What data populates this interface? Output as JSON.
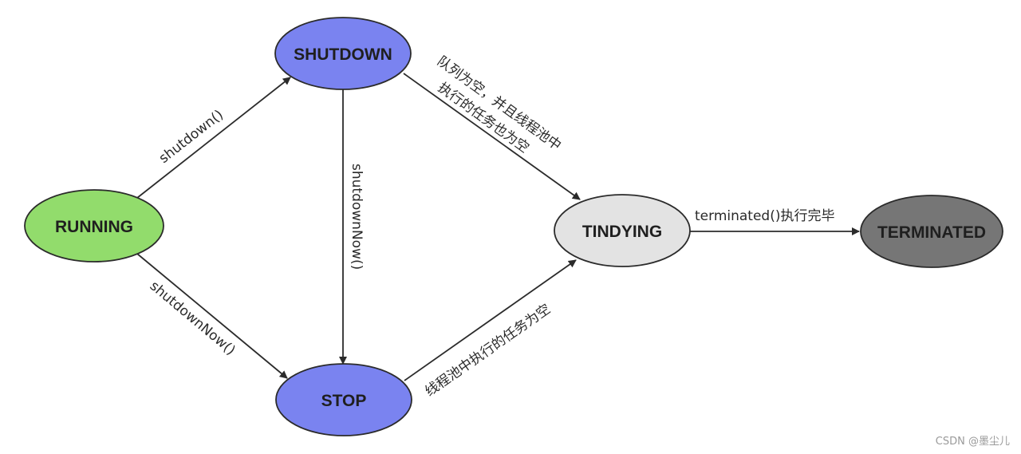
{
  "colors": {
    "running": "#92dc6c",
    "shutdown": "#7a83f0",
    "stop": "#7a83f0",
    "tidying": "#e3e3e3",
    "terminated": "#767676",
    "stroke": "#2b2b2b"
  },
  "nodes": {
    "running": "RUNNING",
    "shutdown": "SHUTDOWN",
    "stop": "STOP",
    "tidying": "TINDYING",
    "terminated": "TERMINATED"
  },
  "edges": {
    "running_shutdown": "shutdown()",
    "running_stop": "shutdownNow()",
    "shutdown_stop": "shutdownNow()",
    "shutdown_tidying_line1": "队列为空，并且线程池中",
    "shutdown_tidying_line2": "执行的任务也为空",
    "stop_tidying": "线程池中执行的任务为空",
    "tidying_terminated": "terminated()执行完毕"
  },
  "watermark": "CSDN @墨尘儿"
}
